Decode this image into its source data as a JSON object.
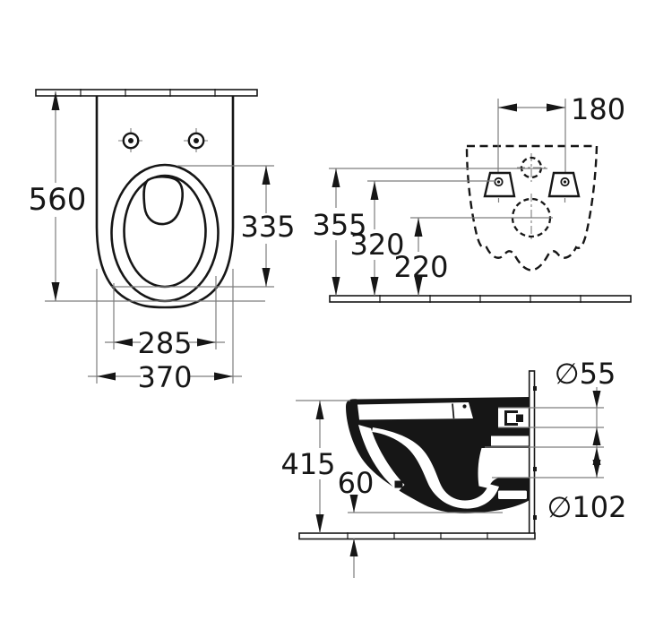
{
  "drawing": {
    "title": "Wall-hung WC installation drawing",
    "top_view": {
      "depth": "560",
      "bowl_length": "335",
      "seat_width": "285",
      "total_width": "370"
    },
    "rear_view": {
      "fixing_distance": "180",
      "inlet_height": "355",
      "fixing_height": "320",
      "outlet_height": "220"
    },
    "side_view": {
      "body_height": "415",
      "floor_clearance": "60",
      "inlet_diameter": "∅55",
      "outlet_diameter": "∅102"
    },
    "line_color": "#161616",
    "dim_line_color": "#7d7d7d"
  }
}
